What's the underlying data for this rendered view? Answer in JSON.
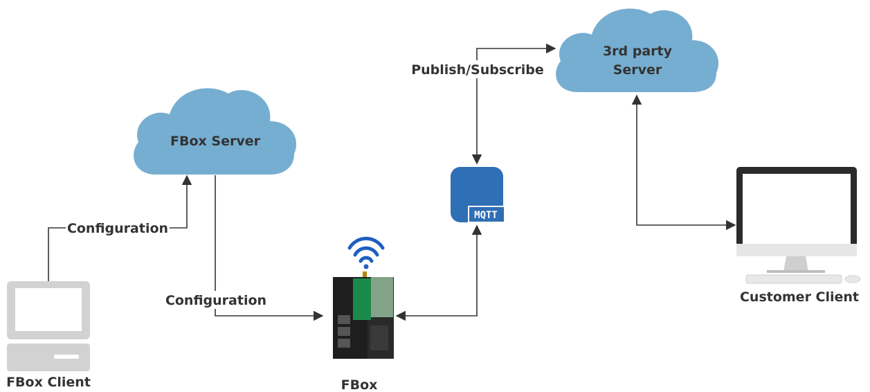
{
  "nodes": {
    "fbox_server": {
      "label": "FBox Server"
    },
    "third_party": {
      "label_line1": "3rd party",
      "label_line2": "Server"
    },
    "mqtt": {
      "label": "MQTT"
    },
    "fbox": {
      "label": "FBox"
    },
    "fbox_client": {
      "label": "FBox Client"
    },
    "customer_client": {
      "label": "Customer Client"
    }
  },
  "edges": {
    "client_to_server": "Configuration",
    "server_to_fbox": "Configuration",
    "mqtt_to_third_party": "Publish/Subscribe"
  },
  "colors": {
    "cloud": "#76aed1",
    "mqtt_box": "#2e6fb5",
    "line": "#333333",
    "wifi": "#1f5fc2"
  }
}
